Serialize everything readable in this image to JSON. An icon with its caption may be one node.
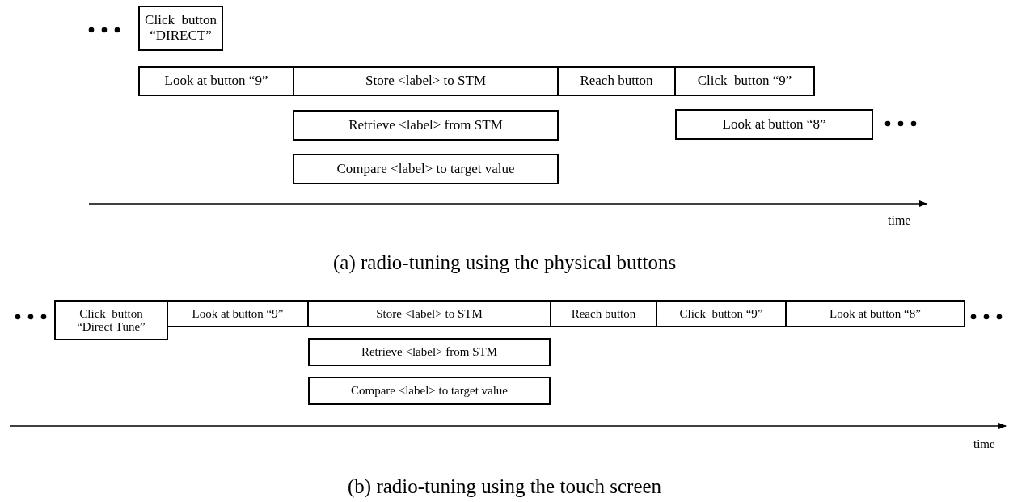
{
  "diagram": {
    "nodes": [
      {
        "text": [
          "Click  button “DIRECT”"
        ]
      },
      {
        "text": [
          "Look at button “9”"
        ]
      },
      {
        "text": [
          "Store <label> to STM"
        ]
      },
      {
        "text": [
          "Reach button"
        ]
      },
      {
        "text": [
          "Click  button “9”"
        ]
      },
      {
        "text": [
          "Retrieve <label> from STM"
        ]
      },
      {
        "text": [
          "Look at button “8”"
        ]
      },
      {
        "text": [
          "Compare <label> to target value"
        ]
      },
      {
        "text": [
          "Click  button “Direct Tune”"
        ]
      },
      {
        "text": [
          "Look at button “9”"
        ]
      },
      {
        "text": [
          "Store <label> to STM"
        ]
      },
      {
        "text": [
          "Reach button"
        ]
      },
      {
        "text": [
          "Click  button “9”"
        ]
      },
      {
        "text": [
          "Look at button “8”"
        ]
      },
      {
        "text": [
          "Retrieve <label> from STM"
        ]
      },
      {
        "text": [
          "Compare <label> to target value"
        ]
      }
    ],
    "labels": [
      "time",
      "(a) radio-tuning using the physical buttons",
      "time",
      "(b) radio-tuning using the touch screen"
    ]
  }
}
